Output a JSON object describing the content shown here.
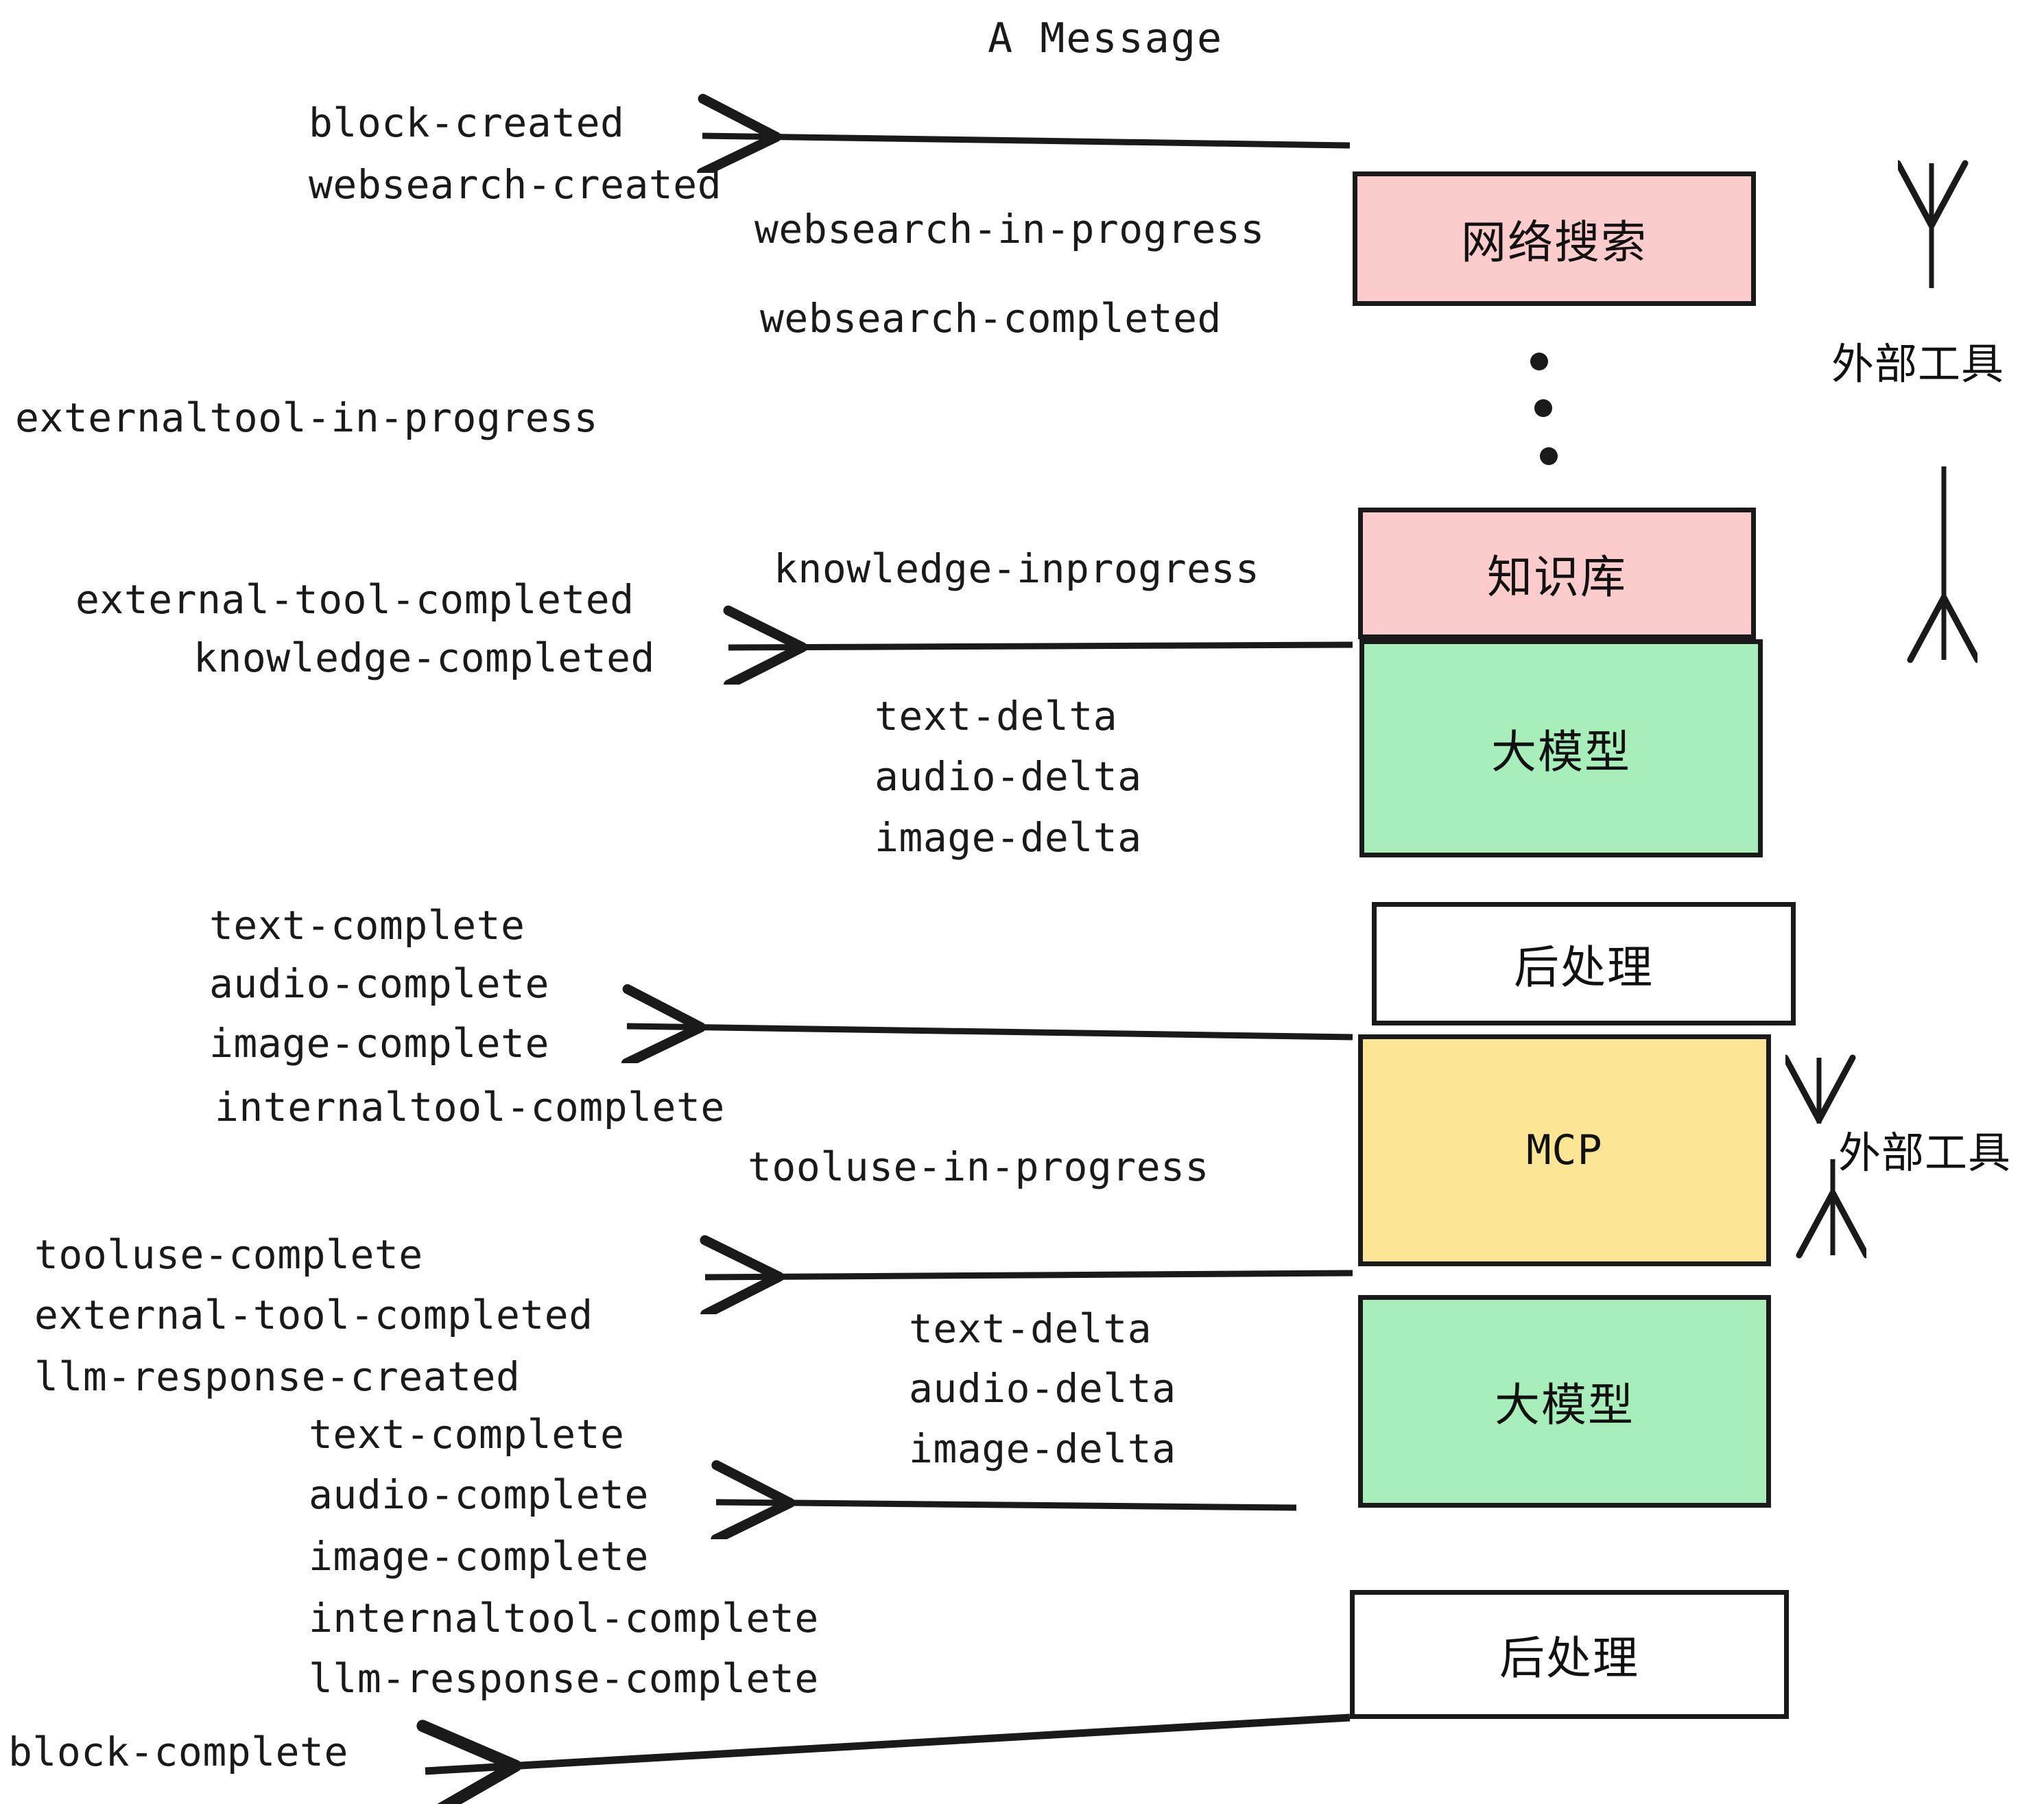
{
  "diagram": {
    "title": "A Message",
    "nodes": [
      {
        "id": "websearch",
        "label": "网络搜索",
        "color": "#fccccc",
        "kind": "external"
      },
      {
        "id": "knowledge",
        "label": "知识库",
        "color": "#fccccc",
        "kind": "external"
      },
      {
        "id": "llm1",
        "label": "大模型",
        "color": "#a8eeba",
        "kind": "model"
      },
      {
        "id": "postproc1",
        "label": "后处理",
        "color": "#ffffff",
        "kind": "postprocess"
      },
      {
        "id": "mcp",
        "label": "MCP",
        "color": "#fce695",
        "kind": "external"
      },
      {
        "id": "llm2",
        "label": "大模型",
        "color": "#a8eeba",
        "kind": "model"
      },
      {
        "id": "postproc2",
        "label": "后处理",
        "color": "#ffffff",
        "kind": "postprocess"
      }
    ],
    "side_labels": [
      {
        "id": "external-tools-top",
        "text": "外部工具"
      },
      {
        "id": "external-tools-bottom",
        "text": "外部工具"
      }
    ],
    "events": [
      {
        "id": "block-created",
        "text": "block-created"
      },
      {
        "id": "websearch-created",
        "text": "websearch-created"
      },
      {
        "id": "websearch-in-progress",
        "text": "websearch-in-progress"
      },
      {
        "id": "websearch-completed",
        "text": "websearch-completed"
      },
      {
        "id": "externaltool-in-progress",
        "text": "externaltool-in-progress"
      },
      {
        "id": "knowledge-inprogress",
        "text": "knowledge-inprogress"
      },
      {
        "id": "external-tool-completed-1",
        "text": "external-tool-completed"
      },
      {
        "id": "knowledge-completed",
        "text": "knowledge-completed"
      },
      {
        "id": "text-delta-1",
        "text": "text-delta"
      },
      {
        "id": "audio-delta-1",
        "text": "audio-delta"
      },
      {
        "id": "image-delta-1",
        "text": "image-delta"
      },
      {
        "id": "text-complete-1",
        "text": "text-complete"
      },
      {
        "id": "audio-complete-1",
        "text": "audio-complete"
      },
      {
        "id": "image-complete-1",
        "text": "image-complete"
      },
      {
        "id": "internaltool-complete-1",
        "text": "internaltool-complete"
      },
      {
        "id": "tooluse-in-progress",
        "text": "tooluse-in-progress"
      },
      {
        "id": "tooluse-complete",
        "text": "tooluse-complete"
      },
      {
        "id": "external-tool-completed-2",
        "text": "external-tool-completed"
      },
      {
        "id": "llm-response-created",
        "text": "llm-response-created"
      },
      {
        "id": "text-delta-2",
        "text": "text-delta"
      },
      {
        "id": "audio-delta-2",
        "text": "audio-delta"
      },
      {
        "id": "image-delta-2",
        "text": "image-delta"
      },
      {
        "id": "text-complete-2",
        "text": "text-complete"
      },
      {
        "id": "audio-complete-2",
        "text": "audio-complete"
      },
      {
        "id": "image-complete-2",
        "text": "image-complete"
      },
      {
        "id": "internaltool-complete-2",
        "text": "internaltool-complete"
      },
      {
        "id": "llm-response-complete",
        "text": "llm-response-complete"
      },
      {
        "id": "block-complete",
        "text": "block-complete"
      }
    ],
    "colors": {
      "stroke": "#1a1a1a",
      "pink": "#fccccc",
      "green": "#a8eeba",
      "yellow": "#fce695",
      "white": "#ffffff",
      "background": "#ffffff"
    }
  }
}
